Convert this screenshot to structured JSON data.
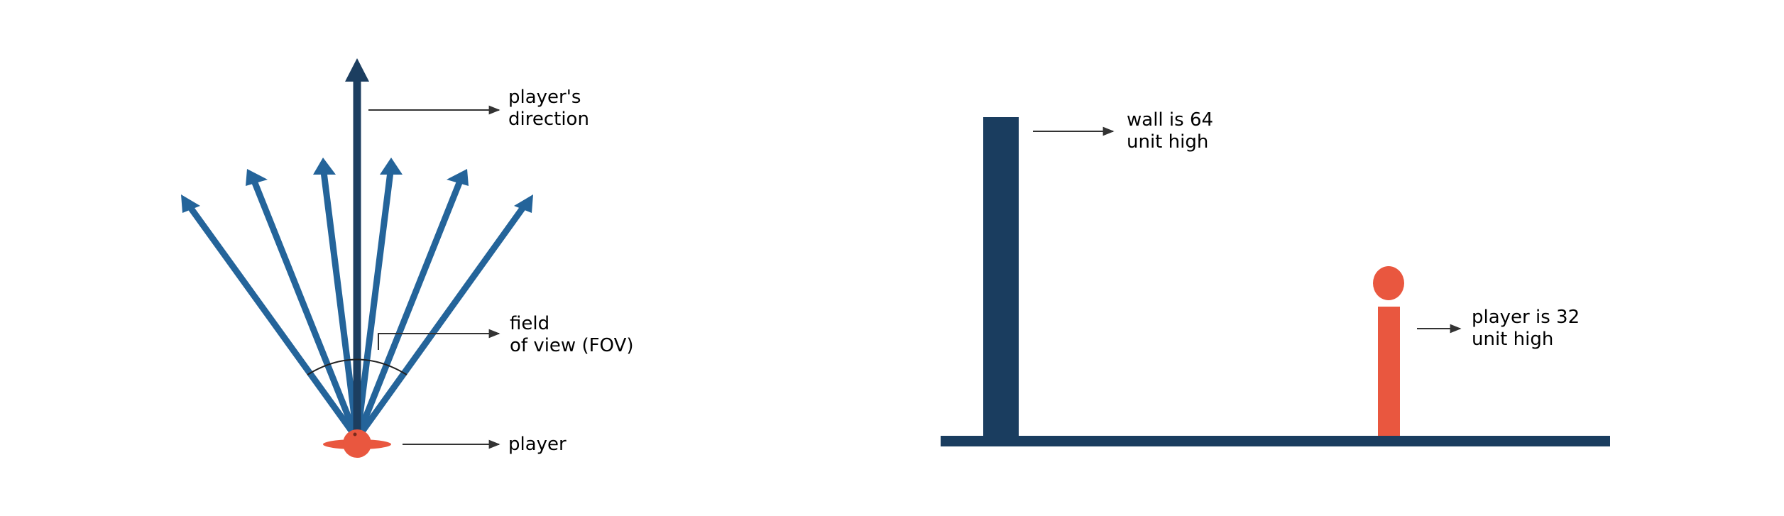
{
  "colors": {
    "ray": "#24649a",
    "ray_dark": "#1c3e60",
    "player": "#e9573f",
    "wall": "#1a3d5f",
    "floor": "#1a3d5f",
    "annotation": "#333333"
  },
  "left_panel": {
    "direction_label": [
      "player's",
      "direction"
    ],
    "fov_label": [
      "field",
      "of view (FOV)"
    ],
    "player_label": "player"
  },
  "right_panel": {
    "wall_label": [
      "wall is 64",
      "unit high"
    ],
    "player_label": [
      "player is 32",
      "unit high"
    ]
  }
}
